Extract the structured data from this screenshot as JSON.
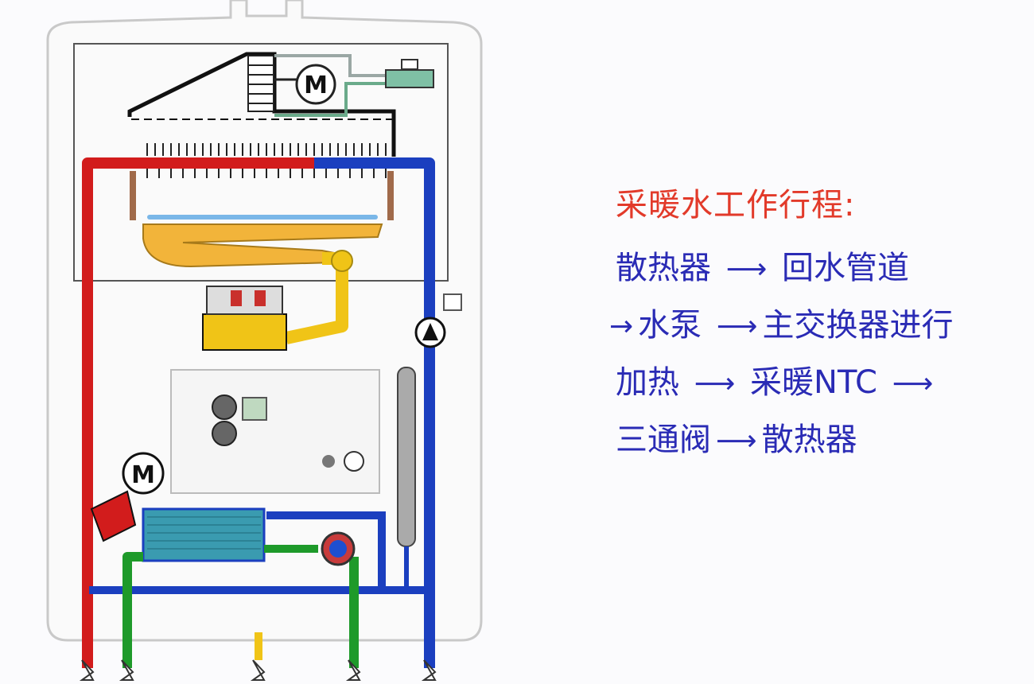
{
  "diagram": {
    "motor_label": "M",
    "motor_label_lower": "M"
  },
  "text_panel": {
    "heading": "采暖水工作行程:",
    "lines": [
      {
        "a": "散热器",
        "arrow": "⟶",
        "b": "回水管道"
      },
      {
        "lead_arrow": "→",
        "a": "水泵",
        "arrow": "⟶",
        "b": "主交换器进行"
      },
      {
        "a": "加热",
        "arrow": "⟶",
        "b": "采暖NTC",
        "tail_arrow": "⟶"
      },
      {
        "a": "三通阀",
        "arrow": "⟶",
        "b": "散热器"
      }
    ],
    "colors": {
      "heading": "#e23a2a",
      "body": "#2a2bb5"
    }
  },
  "colors": {
    "hot_pipe": "#d21c1c",
    "cold_pipe": "#1b3fbf",
    "dhw_pipe": "#1e9a2a",
    "gas_pipe": "#f0c417",
    "casing": "#d8d8d8"
  }
}
